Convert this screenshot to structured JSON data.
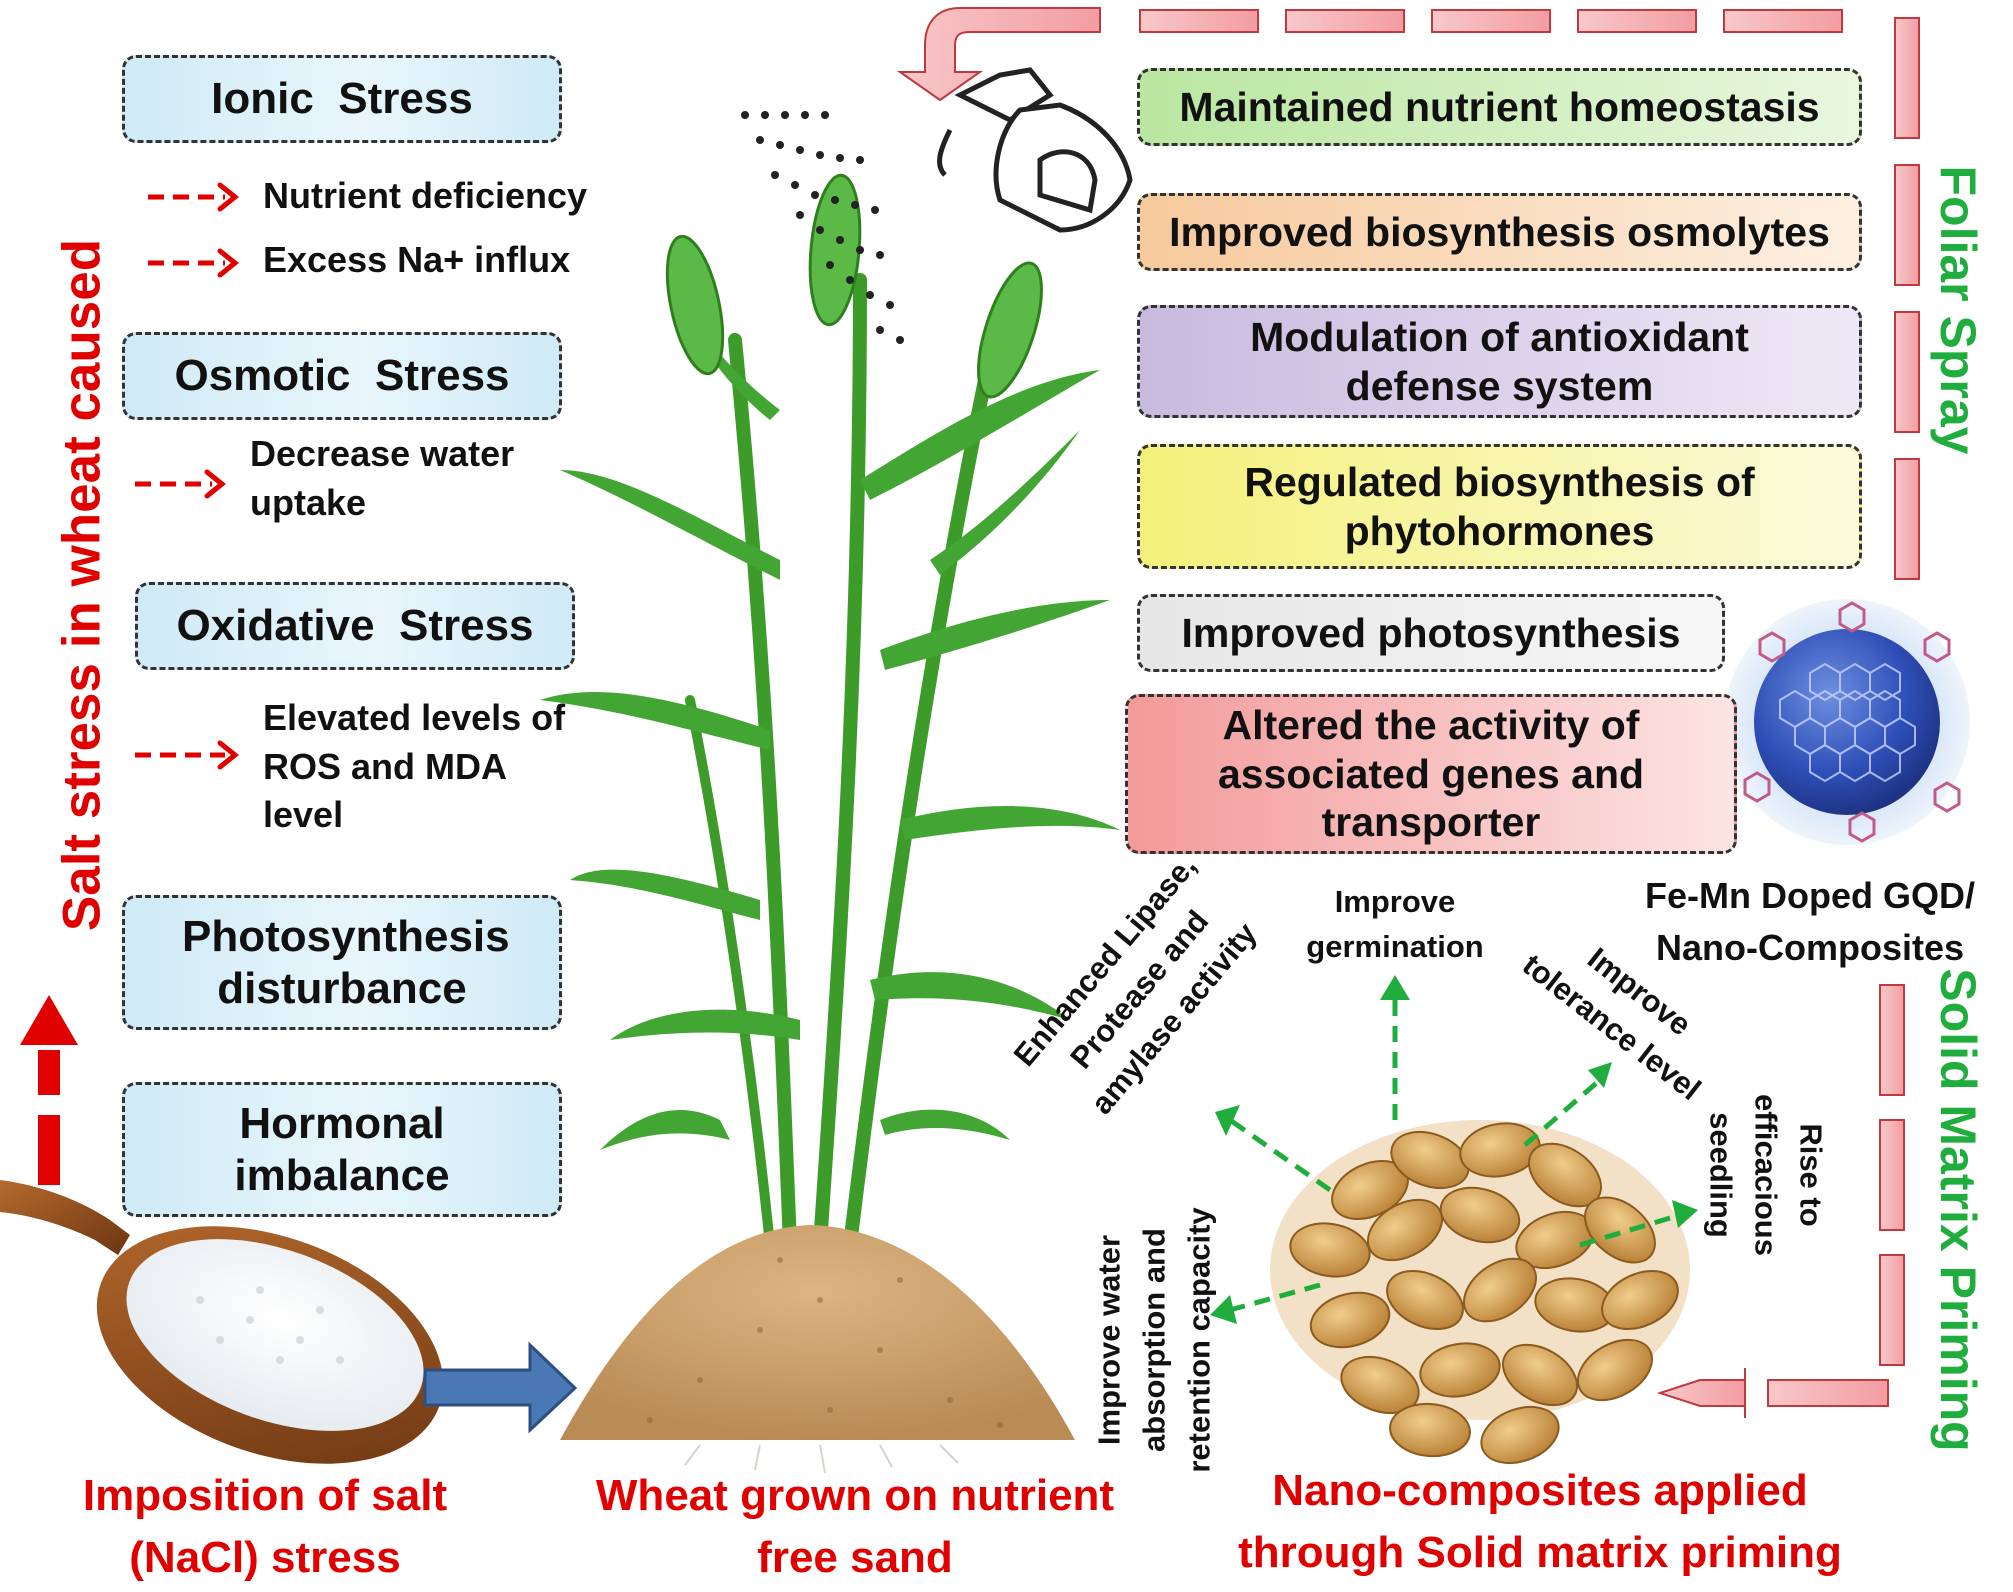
{
  "left_title": "Salt stress in wheat caused",
  "stresses": [
    {
      "label": "Ionic  Stress",
      "effects": [
        "Nutrient deficiency",
        "Excess Na+ influx"
      ]
    },
    {
      "label": "Osmotic  Stress",
      "effects": [
        "Decrease water uptake"
      ]
    },
    {
      "label": "Oxidative  Stress",
      "effects": [
        "Elevated levels of ROS and MDA level"
      ]
    },
    {
      "label": "Photosynthesis disturbance"
    },
    {
      "label": "Hormonal imbalance"
    }
  ],
  "effects": [
    {
      "label": "Maintained nutrient homeostasis",
      "color": "#b9e6a0"
    },
    {
      "label": "Improved biosynthesis osmolytes",
      "color": "#f7c99c"
    },
    {
      "label": "Modulation of antioxidant defense system",
      "color": "#c8badf"
    },
    {
      "label": "Regulated biosynthesis of phytohormones",
      "color": "#f4f17a"
    },
    {
      "label": "Improved photosynthesis",
      "color": "#e6e6e6"
    },
    {
      "label": "Altered the activity of associated genes and transporter",
      "color": "#f39a9a"
    }
  ],
  "foliar_spray": "Foliar Spray",
  "solid_matrix_priming": "Solid Matrix Priming",
  "gqd_label": "Fe-Mn Doped GQD/ Nano-Composites",
  "seed_effects": {
    "germination": "Improve germination",
    "tolerance": "Improve tolerance level",
    "enzyme": "Enhanced Lipase, Protease and amylase activity",
    "water": "Improve water absorption and retention capacity",
    "seedling": "Rise to efficacious seedling"
  },
  "captions": {
    "salt": "Imposition of salt (NaCl) stress",
    "sand": "Wheat grown on nutrient free sand",
    "nano": "Nano-composites applied through Solid matrix priming"
  },
  "colors": {
    "red": "#e00000",
    "green": "#1fae3d",
    "blue_arrow": "#4a78b5",
    "pink_arrow": "#f4b3b6"
  }
}
